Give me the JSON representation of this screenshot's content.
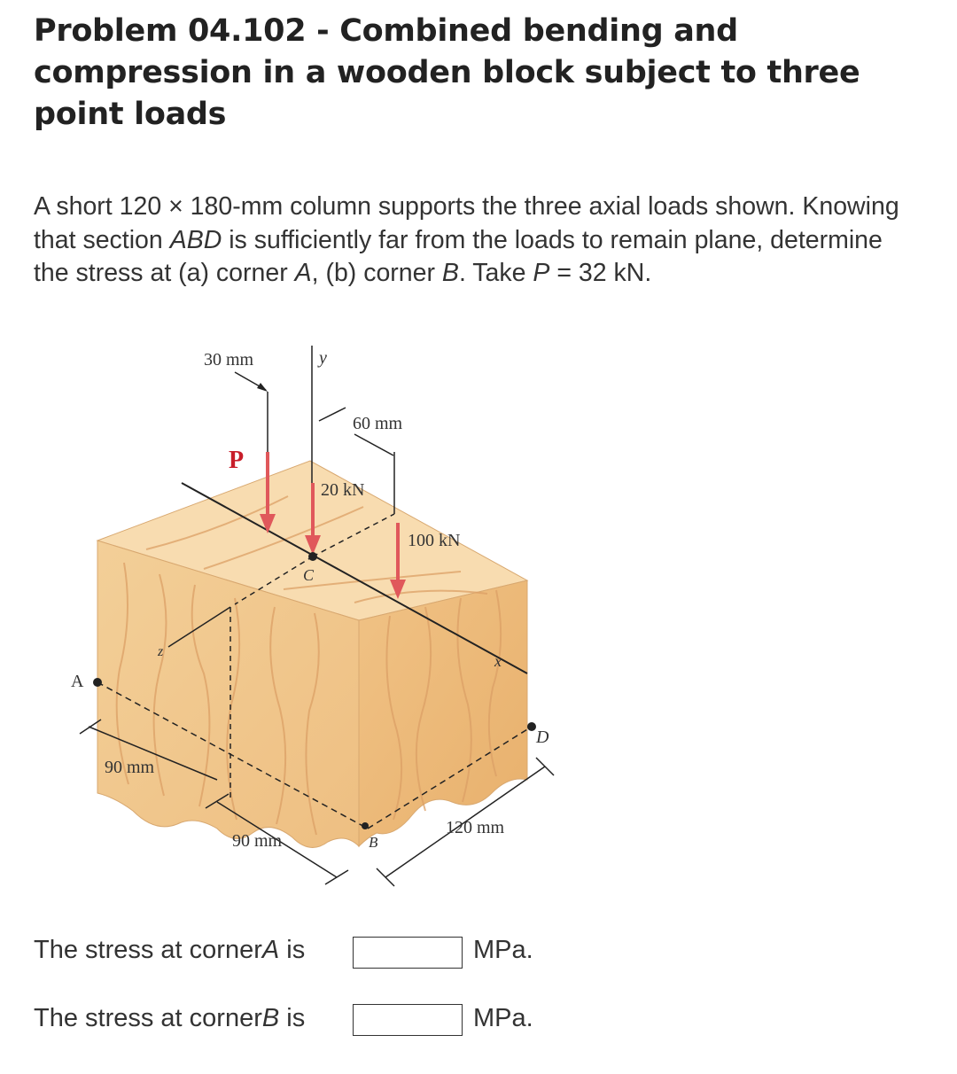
{
  "problem": {
    "title": "Problem 04.102 - Combined bending and compression in a wooden block subject to three point loads",
    "statement_parts": {
      "s1": "A short 120 × 180-mm column supports the three axial loads shown. Knowing that section ",
      "s2": "ABD",
      "s3": " is sufficiently far from the loads to remain plane, determine the stress at (a) corner ",
      "s4": "A",
      "s5": ", (b) corner ",
      "s6": "B",
      "s7": ". Take ",
      "s8": "P",
      "s9": " = 32 kN."
    }
  },
  "figure": {
    "labels": {
      "dim_30": "30 mm",
      "axis_y": "y",
      "dim_60": "60 mm",
      "load_p": "P",
      "load_20": "20 kN",
      "load_100": "100 kN",
      "point_c": "C",
      "point_a": "A",
      "axis_z": "z",
      "axis_x": "x",
      "point_d": "D",
      "dim_90_left": "90 mm",
      "dim_90_bottom": "90 mm",
      "point_b": "B",
      "dim_120": "120 mm"
    },
    "colors": {
      "wood_light": "#f6d7a8",
      "wood_mid": "#f0c48a",
      "wood_dark": "#e3a867",
      "arrow": "#e0585b",
      "p_label": "#c81e2a"
    }
  },
  "answers": {
    "row_a": {
      "prefix": "The stress at corner ",
      "var": "A",
      "suffix": " is",
      "value": "",
      "unit": "MPa."
    },
    "row_b": {
      "prefix": "The stress at corner ",
      "var": "B",
      "suffix": " is",
      "value": "",
      "unit": "MPa."
    }
  }
}
